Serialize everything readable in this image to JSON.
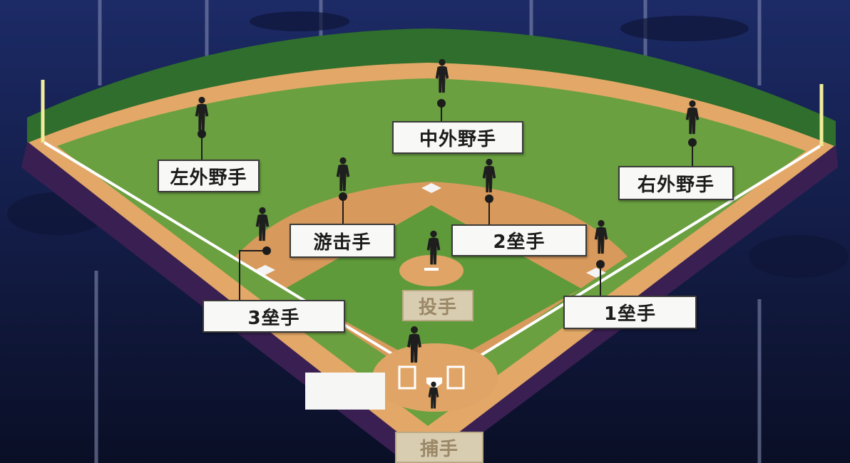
{
  "positions": {
    "center_fielder": "中外野手",
    "left_fielder": "左外野手",
    "right_fielder": "右外野手",
    "shortstop": "游击手",
    "second_baseman": "2垒手",
    "third_baseman": "3垒手",
    "first_baseman": "1垒手",
    "pitcher": "投手",
    "catcher": "捕手"
  },
  "colors": {
    "sky": "#1c2a66",
    "outfield_grass": "#6aa040",
    "infield_grass": "#5f9a3a",
    "dirt": "#d89a5c",
    "warning_track": "#e3a867",
    "wall": "#2f6e2c",
    "foul_line": "#ffffff"
  },
  "icons": [
    "player-silhouette-icon",
    "foul-pole-icon",
    "base-icon",
    "home-plate-icon"
  ]
}
